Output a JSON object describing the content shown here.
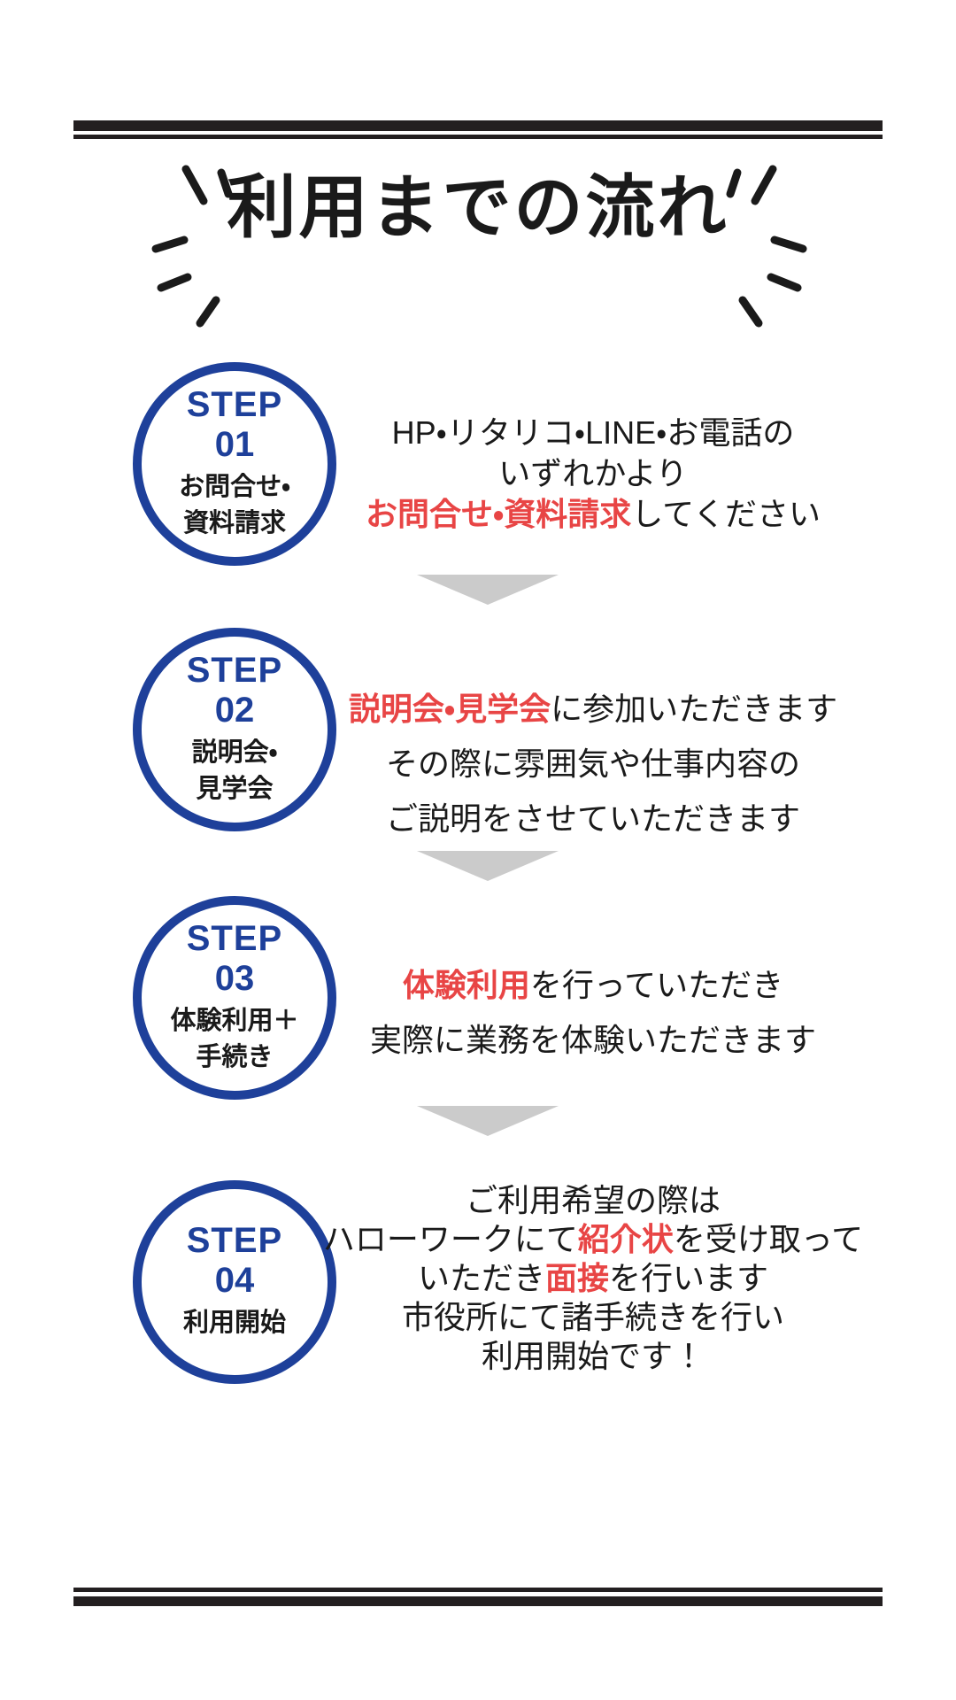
{
  "palette": {
    "blue": "#1e409a",
    "red": "#e84545",
    "ink": "#1a1a1a",
    "rule": "#231f20",
    "arrow": "#cbcbcb",
    "bg": "#ffffff"
  },
  "title": {
    "text": "利用までの流れ"
  },
  "steps": [
    {
      "step_word": "STEP",
      "number": "01",
      "circle_lines": [
        "お問合せ・",
        "資料請求"
      ],
      "desc_lines": [
        {
          "segments": [
            {
              "text": "HP・リタリコ・LINE・お電話の",
              "style": "normal"
            }
          ]
        },
        {
          "segments": [
            {
              "text": "いずれかより",
              "style": "normal"
            }
          ]
        },
        {
          "segments": [
            {
              "text": "お問合せ・資料請求",
              "style": "red"
            },
            {
              "text": "してください",
              "style": "normal"
            }
          ]
        }
      ]
    },
    {
      "step_word": "STEP",
      "number": "02",
      "circle_lines": [
        "説明会・",
        "見学会"
      ],
      "desc_lines": [
        {
          "segments": [
            {
              "text": "説明会・見学会",
              "style": "red"
            },
            {
              "text": "に参加いただきます",
              "style": "normal"
            }
          ]
        },
        {
          "segments": [
            {
              "text": "その際に雰囲気や仕事内容の",
              "style": "normal"
            }
          ]
        },
        {
          "segments": [
            {
              "text": "ご説明をさせていただきます",
              "style": "normal"
            }
          ]
        }
      ]
    },
    {
      "step_word": "STEP",
      "number": "03",
      "circle_lines": [
        "体験利用＋",
        "手続き"
      ],
      "desc_lines": [
        {
          "segments": [
            {
              "text": "体験利用",
              "style": "red"
            },
            {
              "text": "を行っていただき",
              "style": "normal"
            }
          ]
        },
        {
          "segments": [
            {
              "text": "実際に業務を体験いただきます",
              "style": "normal"
            }
          ]
        }
      ]
    },
    {
      "step_word": "STEP",
      "number": "04",
      "circle_lines": [
        "利用開始"
      ],
      "desc_lines": [
        {
          "segments": [
            {
              "text": "ご利用希望の際は",
              "style": "normal"
            }
          ]
        },
        {
          "segments": [
            {
              "text": "ハローワークにて",
              "style": "normal"
            },
            {
              "text": "紹介状",
              "style": "red"
            },
            {
              "text": "を受け取って",
              "style": "normal"
            }
          ]
        },
        {
          "segments": [
            {
              "text": "いただき",
              "style": "normal"
            },
            {
              "text": "面接",
              "style": "red"
            },
            {
              "text": "を行います",
              "style": "normal"
            }
          ]
        },
        {
          "segments": [
            {
              "text": "市役所にて諸手続きを行い",
              "style": "normal"
            }
          ]
        },
        {
          "segments": [
            {
              "text": "利用開始です！",
              "style": "normal"
            }
          ]
        }
      ]
    }
  ]
}
